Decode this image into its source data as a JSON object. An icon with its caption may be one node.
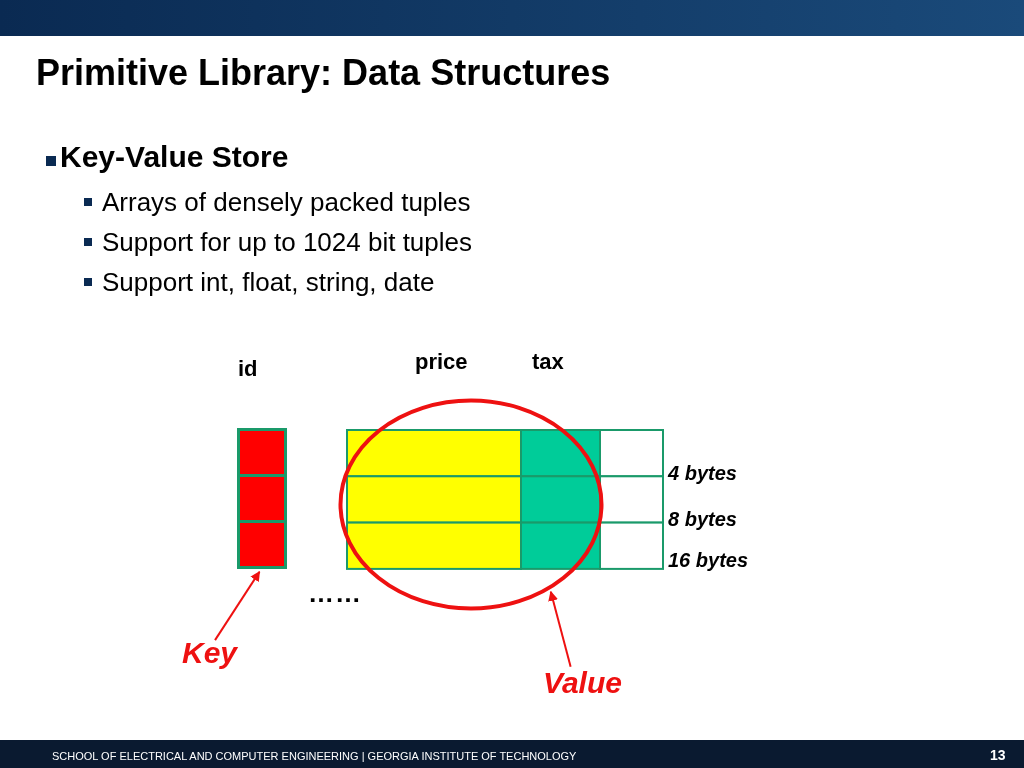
{
  "diagram": {
    "title": "Primitive Library: Data Structures",
    "nodes": [
      {
        "text": [
          "Key"
        ]
      },
      {
        "text": [],
        "shape": "box"
      },
      {
        "text": [
          "Value"
        ]
      },
      {
        "text": [],
        "shape": "circle"
      }
    ],
    "edges": [
      {
        "from": 0,
        "to": 1,
        "arrow": "to"
      },
      {
        "from": 2,
        "to": 3,
        "arrow": "to"
      }
    ],
    "labels": [
      "Key-Value Store",
      "Arrays of densely packed tuples",
      "Support for up to 1024 bit tuples",
      "Support int, float, string, date",
      "id",
      "price",
      "tax",
      "4 bytes",
      "8 bytes",
      "16 bytes",
      "……",
      "SCHOOL OF ELECTRICAL AND COMPUTER ENGINEERING | GEORGIA INSTITUTE OF TECHNOLOGY",
      "13"
    ]
  }
}
